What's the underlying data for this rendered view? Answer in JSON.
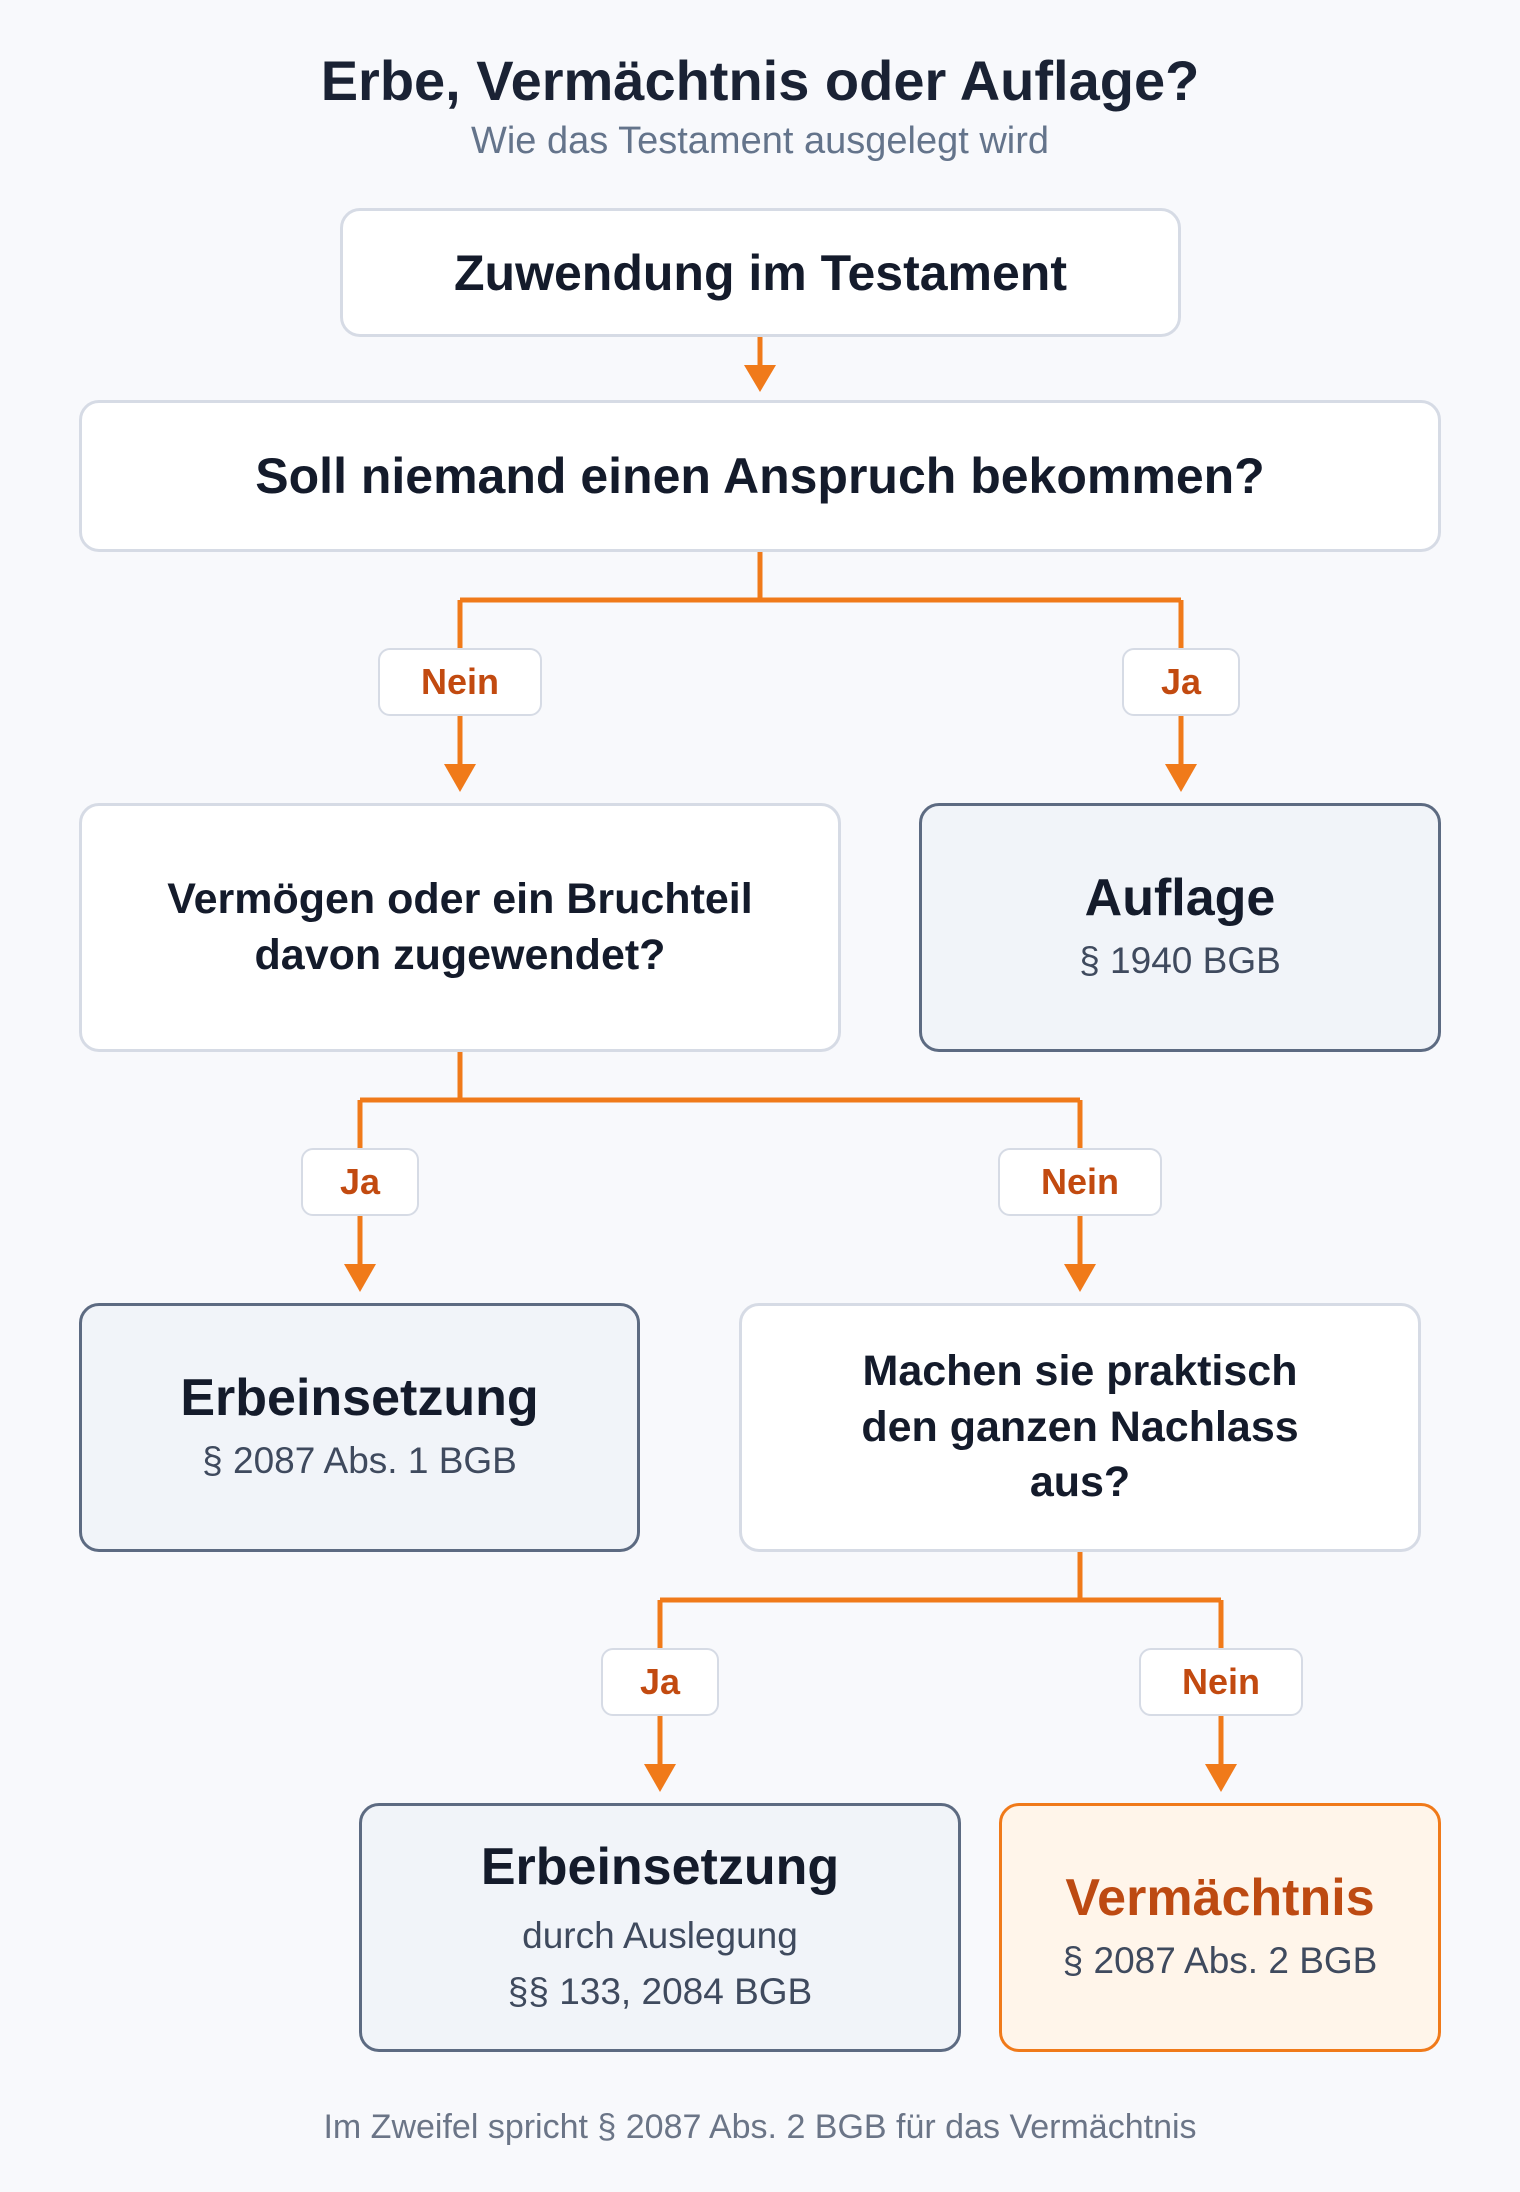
{
  "title": "Erbe, Vermächtnis oder Auflage?",
  "subtitle": "Wie das Testament ausgelegt wird",
  "colors": {
    "connector": "#f07a1a",
    "label_text": "#c24a10",
    "highlight_fill": "#fff5ea"
  },
  "nodes": {
    "start": "Zuwendung im Testament",
    "q1": "Soll niemand einen Anspruch bekommen?",
    "q2": "Vermögen oder ein Bruchteil davon zugewendet?",
    "q3": "Machen sie praktisch den ganzen Nachlass aus?",
    "auflage": {
      "title": "Auflage",
      "ref": "§ 1940 BGB"
    },
    "erb1": {
      "title": "Erbeinsetzung",
      "ref": "§ 2087 Abs. 1 BGB"
    },
    "erb2": {
      "title": "Erbeinsetzung",
      "note": "durch Auslegung",
      "ref": "§§ 133, 2084 BGB"
    },
    "verm": {
      "title": "Vermächtnis",
      "ref": "§ 2087 Abs. 2 BGB"
    }
  },
  "labels": {
    "q1_no": "Nein",
    "q1_yes": "Ja",
    "q2_yes": "Ja",
    "q2_no": "Nein",
    "q3_yes": "Ja",
    "q3_no": "Nein"
  },
  "footnote": "Im Zweifel spricht § 2087 Abs. 2 BGB für das Vermächtnis"
}
